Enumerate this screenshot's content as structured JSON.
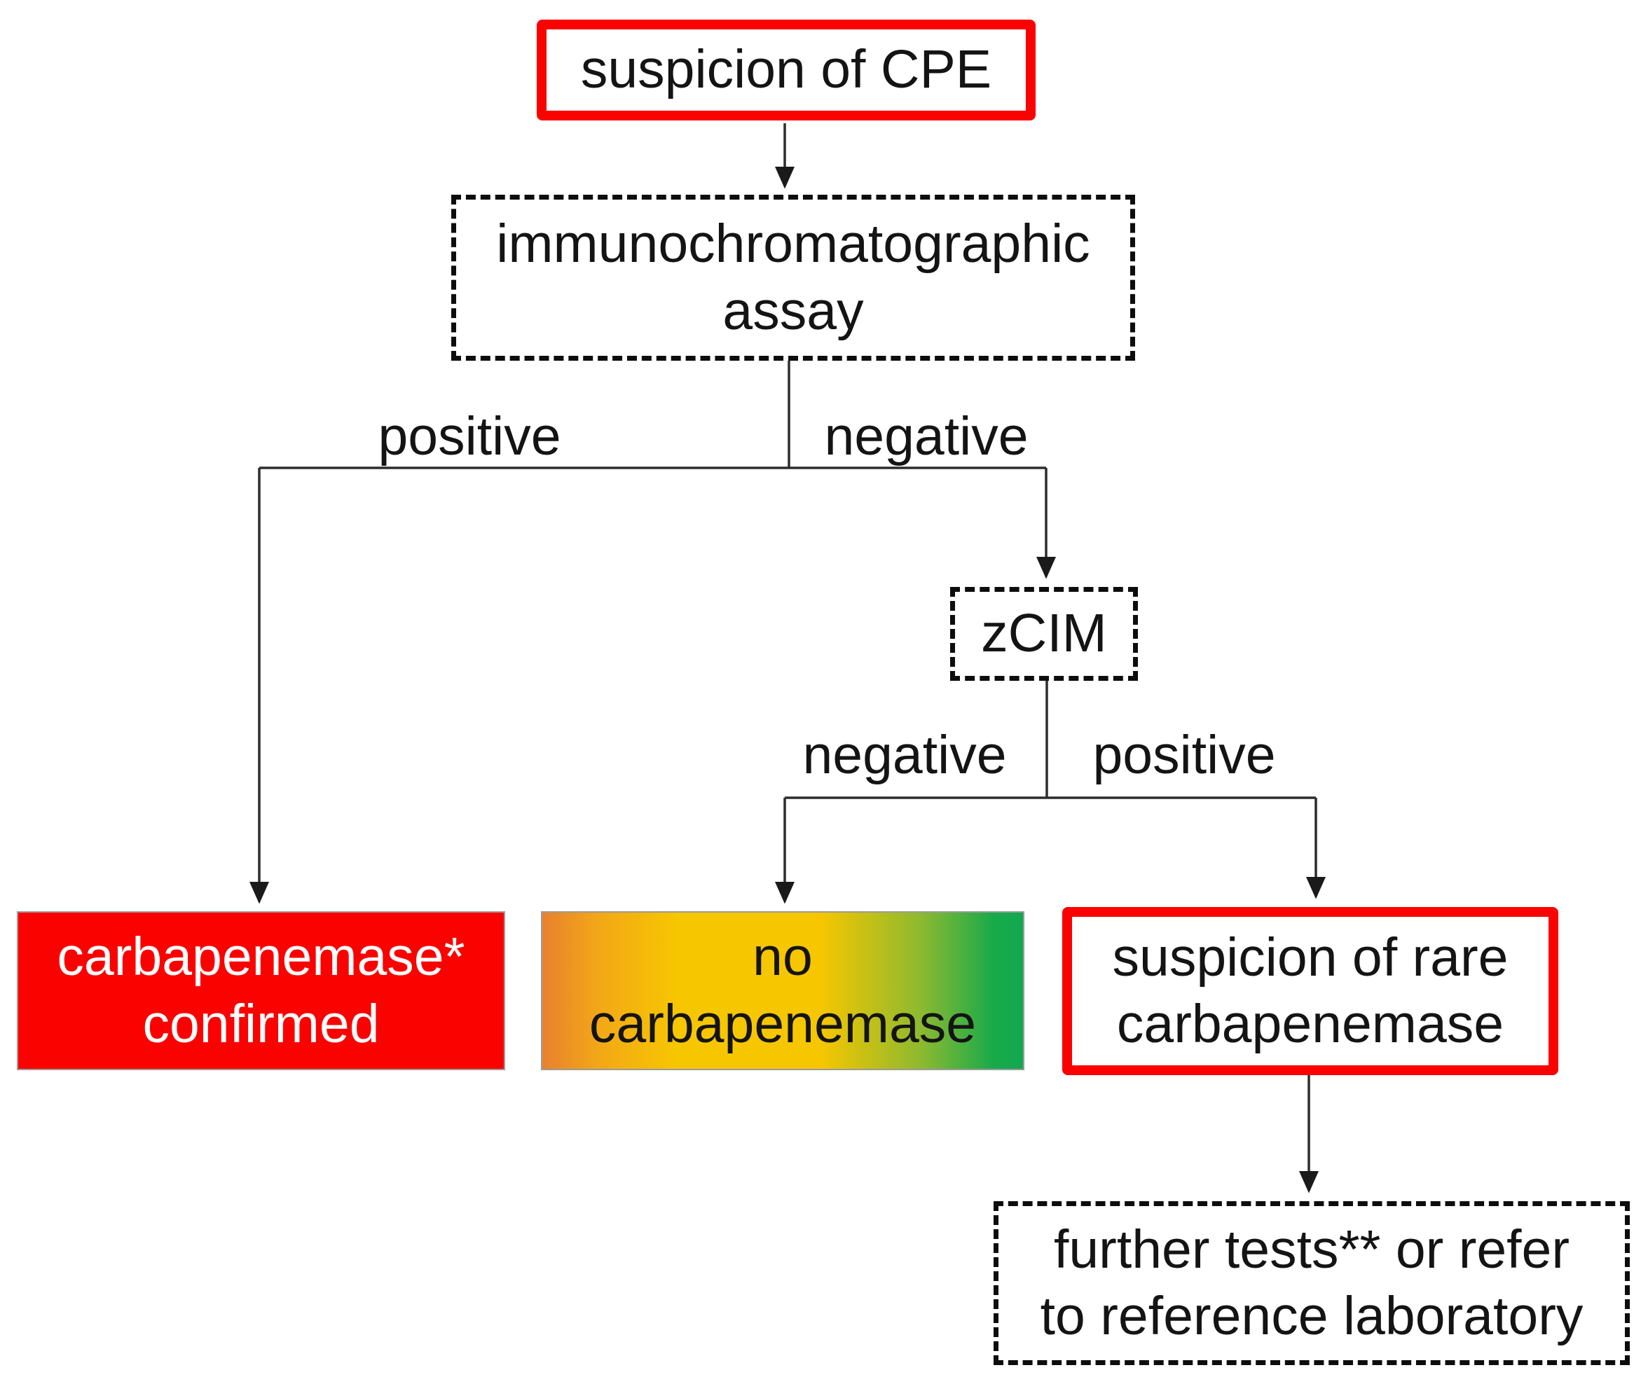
{
  "colors": {
    "alert_red": "#fa0200",
    "confirmed_fill_red": "#fa0200",
    "gradient_left_orange": "#e8812e",
    "gradient_mid_gold": "#f6c600",
    "gradient_right_green": "#17aa4b",
    "connector_line": "#2d2d2d",
    "text_black": "#141414",
    "text_white": "#ffffff"
  },
  "nodes": {
    "suspicion_cpe": {
      "label": "suspicion of CPE"
    },
    "assay": {
      "line1": "immunochromatographic",
      "line2": "assay"
    },
    "zcim": {
      "label": "zCIM"
    },
    "confirmed": {
      "line1": "carbapenemase*",
      "line2": "confirmed"
    },
    "no_carbapenemase": {
      "line1": "no",
      "line2": "carbapenemase"
    },
    "rare": {
      "line1": "suspicion of rare",
      "line2": "carbapenemase"
    },
    "further": {
      "line1": "further tests** or refer",
      "line2": "to reference laboratory"
    }
  },
  "edge_labels": {
    "assay_positive": "positive",
    "assay_negative": "negative",
    "zcim_negative": "negative",
    "zcim_positive": "positive"
  },
  "edges": [
    {
      "from": "suspicion_cpe",
      "to": "assay",
      "label": ""
    },
    {
      "from": "assay",
      "to": "confirmed",
      "label": "positive"
    },
    {
      "from": "assay",
      "to": "zcim",
      "label": "negative"
    },
    {
      "from": "zcim",
      "to": "no_carbapenemase",
      "label": "negative"
    },
    {
      "from": "zcim",
      "to": "rare",
      "label": "positive"
    },
    {
      "from": "rare",
      "to": "further",
      "label": ""
    }
  ]
}
